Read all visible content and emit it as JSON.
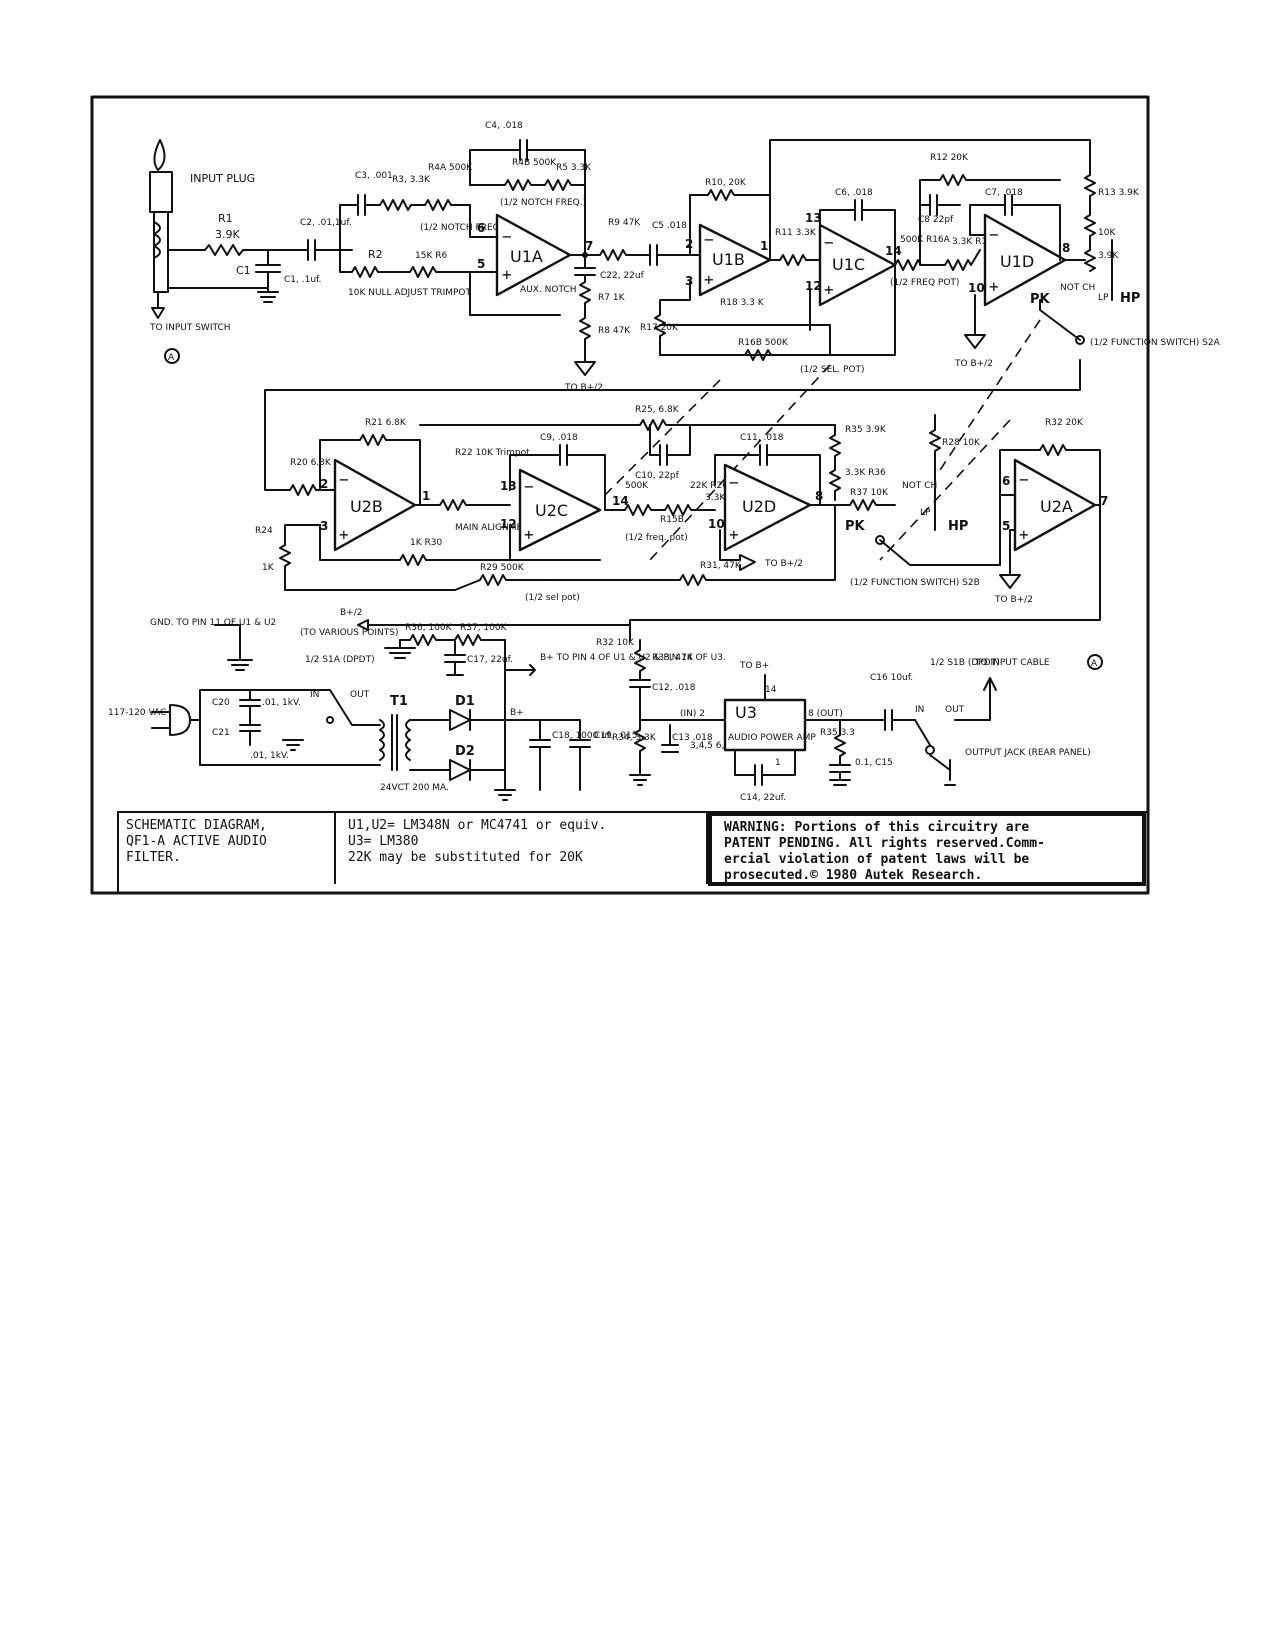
{
  "amplifiers": {
    "u1a": "U1A",
    "u1b": "U1B",
    "u1c": "U1C",
    "u1d": "U1D",
    "u2b": "U2B",
    "u2c": "U2C",
    "u2d": "U2D",
    "u2a": "U2A",
    "u3": "U3",
    "u3_sub": "AUDIO POWER AMP"
  },
  "top_labels": {
    "input_plug": "INPUT PLUG",
    "to_input_switch": "TO INPUT SWITCH",
    "switch_a": "A",
    "r1": "R1",
    "r1_val": "3.9K",
    "c1": "C1",
    "c1_val": "C1, .1uf.",
    "c2": "C2, .01,1uf.",
    "c3": "C3, .001",
    "r3": "R3, 3.3K",
    "r4a": "R4A 500K",
    "r4a_note": "(1/2 NOTCH FREQ.)",
    "c4": "C4, .018",
    "r4b": "R4B 500K",
    "r4b_note": "(1/2 NOTCH FREQ.)",
    "r5": "R5 3.3K",
    "r2": "R2",
    "r2_note": "10K NULL ADJUST TRIMPOT",
    "r6": "15K R6",
    "aux_notch": "AUX. NOTCH",
    "r9": "R9 47K",
    "c5": "C5 .018",
    "c22": "C22, 22uf",
    "r7": "R7 1K",
    "r8": "R8 47K",
    "to_bplus2_a": "TO B+/2",
    "r10": "R10, 20K",
    "r11": "R11 3.3K",
    "r18": "R18 3.3 K",
    "r17": "R17 20K",
    "r16b": "R16B 500K",
    "sel_pot_top": "(1/2 SEL. POT)",
    "c6": "C6, .018",
    "r16a": "500K R16A",
    "freq_pot_top": "(1/2 FREQ POT)",
    "r12": "R12 20K",
    "c8": "C8 22pf",
    "r14": "3.3K R14",
    "c7": "C7, .018",
    "r13": "R13 3.9K",
    "r13b": "10K",
    "r13c": "3.9K",
    "not_ch": "NOT CH",
    "lp": "LP",
    "hp": "HP",
    "pk": "PK",
    "to_bplus2_b": "TO B+/2",
    "func_switch_a": "(1/2 FUNCTION SWITCH) S2A",
    "pin_labels": [
      "6",
      "5",
      "7",
      "2",
      "3",
      "1",
      "13",
      "12",
      "14",
      "10",
      "8"
    ]
  },
  "middle_labels": {
    "r21": "R21 6.8K",
    "r20": "R20 6.8K",
    "r24": "R24",
    "r24_val": "1K",
    "r22": "R22 10K Trimpot",
    "main_align": "MAIN ALIGNMENT",
    "r30": "1K R30",
    "r25": "R25, 6.8K",
    "c9": "C9, .018",
    "c10": "C10, 22pf",
    "r15a": "500K",
    "r15b": "R15B",
    "freq_pot_mid": "(1/2 freq. pot)",
    "r26": "22K R26",
    "r27": "3.3K",
    "c11": "C11, .018",
    "r35": "R35 3.9K",
    "r28": "R28 10K",
    "r36": "3.3K R36",
    "r37": "R37 10K",
    "not_ch": "NOT CH",
    "lp": "LP",
    "hp": "HP",
    "pk": "PK",
    "to_bplus2_c": "TO B+/2",
    "func_switch_b": "(1/2 FUNCTION SWITCH) S2B",
    "r32": "R32 20K",
    "to_bplus2_d": "TO B+/2",
    "r29": "R29 500K",
    "sel_pot_mid": "(1/2 sel pot)",
    "r31": "R31, 47K",
    "pin_labels": [
      "2",
      "3",
      "1",
      "13",
      "12",
      "14",
      "10",
      "8",
      "6",
      "5",
      "7"
    ]
  },
  "power_labels": {
    "gnd_to": "GND. TO PIN 11 OF U1 & U2",
    "bplus2": "B+/2",
    "to_various": "(TO VARIOUS POINTS)",
    "r36p": "R36, 100K",
    "r37p": "R37, 100K",
    "c17": "C17, 22uf.",
    "bplus_to": "B+ TO PIN 4 OF U1 & U2 & PIN 14 OF U3.",
    "r32b": "R32 10K",
    "s1a": "1/2 S1A (DPDT)",
    "in": "IN",
    "out": "OUT",
    "vac": "117-120 VAC",
    "c20": "C20",
    "c21": "C21",
    "c20_val": ".01, 1kV.",
    "c21_val": ".01, 1kV.",
    "t1": "T1",
    "d1": "D1",
    "d2": "D2",
    "bplus": "B+",
    "t1_rating": "24VCT 200 MA.",
    "c18": "C18, 1000 uf.",
    "c19": "C19, .015",
    "r33": "R33, 47K",
    "c12": "C12, .018",
    "r34": "R34, 3.3K",
    "c13": "C13 .018",
    "c13b": "3,4,5 6,10,12",
    "u3_in": "(IN) 2",
    "u3_out": "8 (OUT)",
    "u3_14": "14",
    "u3_1": "1",
    "to_bplus_u3": "TO B+",
    "c14": "C14, 22uf.",
    "r35p": "R35 3.3",
    "c15": "0.1, C15",
    "c16": "C16 10uf.",
    "s1b": "1/2 S1B (DPDT)",
    "to_input_cable": "TO INPUT CABLE",
    "cable_a": "A",
    "output_jack": "OUTPUT JACK (REAR PANEL)"
  },
  "title_block": {
    "title": [
      "SCHEMATIC DIAGRAM,",
      "QF1-A ACTIVE AUDIO",
      "FILTER."
    ],
    "parts": [
      "U1,U2= LM348N or MC4741 or equiv.",
      "U3= LM380",
      "22K may be substituted for 20K"
    ],
    "warning": [
      "WARNING: Portions of this circuitry are",
      "PATENT PENDING. All rights reserved.Comm-",
      "ercial violation of patent laws will be",
      "prosecuted.© 1980 Autek Research."
    ]
  }
}
